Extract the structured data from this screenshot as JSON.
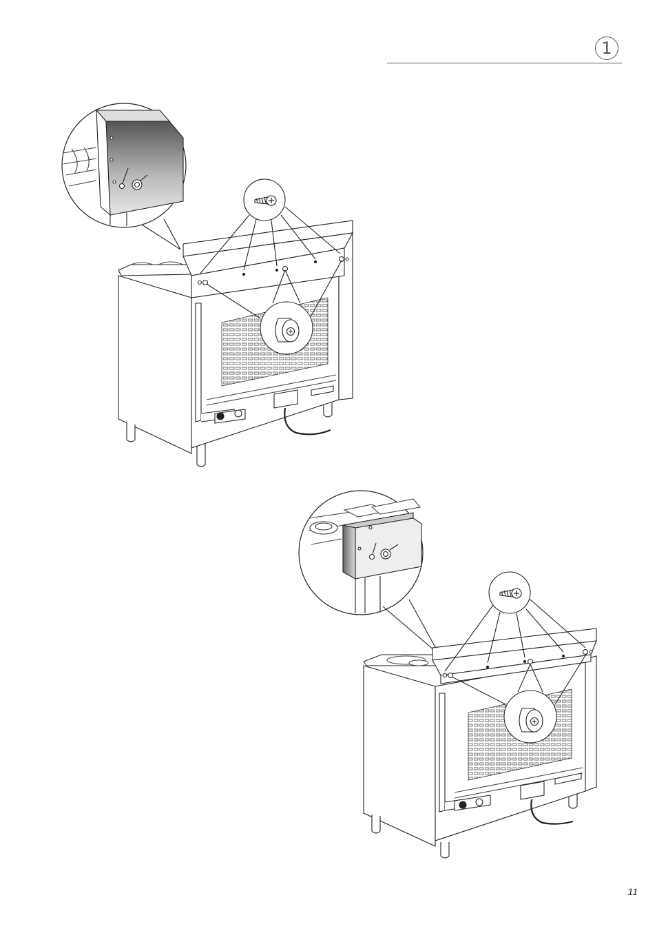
{
  "header": {
    "step_number": "1"
  },
  "footer": {
    "page_number": "11"
  },
  "figures": [
    {
      "name": "backguard-installation-small-range"
    },
    {
      "name": "backguard-installation-large-range"
    }
  ]
}
